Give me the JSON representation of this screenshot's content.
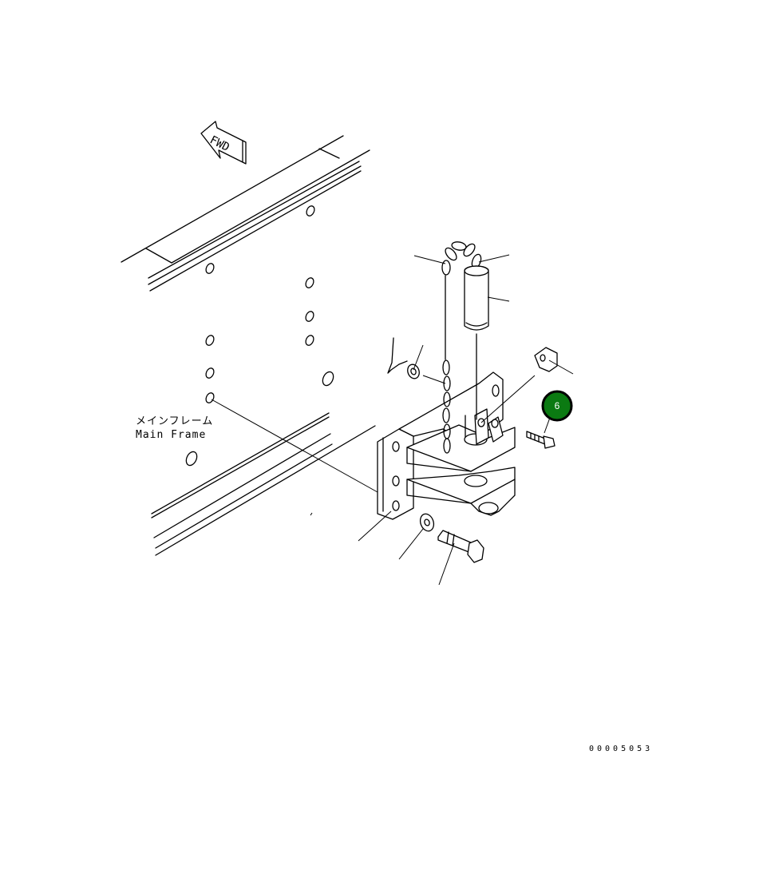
{
  "direction_marker": {
    "text": "FWD"
  },
  "frame_label": {
    "japanese": "メインフレーム",
    "english": "Main Frame"
  },
  "callout": {
    "number": "6",
    "fill_color": "#0b7a12"
  },
  "drawing_number": "00005053"
}
